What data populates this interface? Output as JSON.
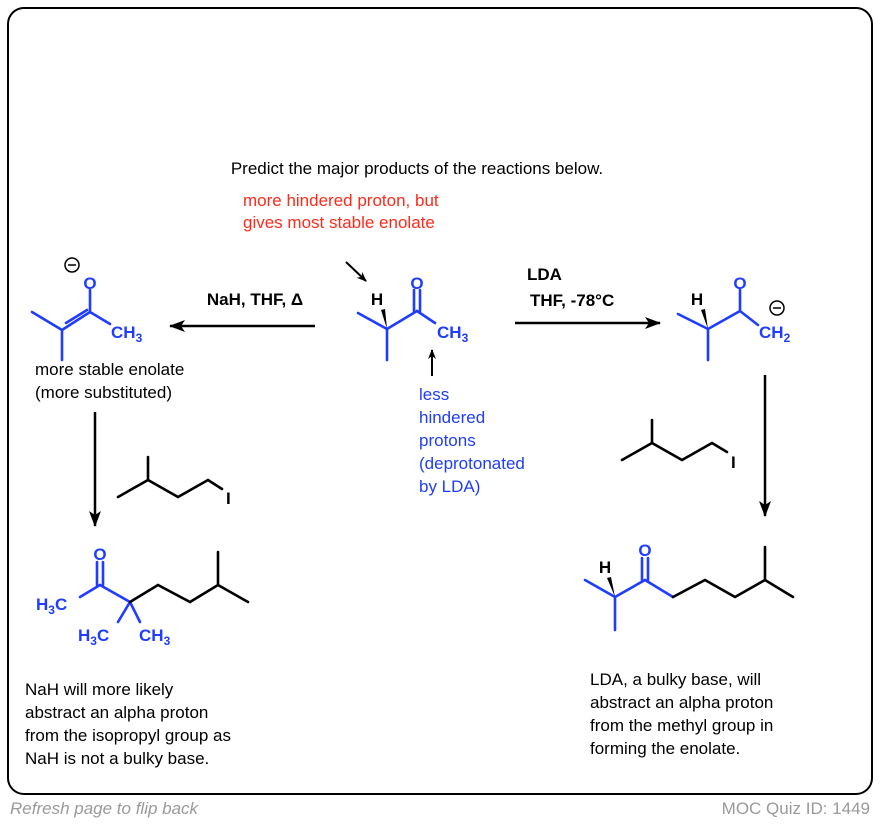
{
  "question": "Predict the major products of the reactions below.",
  "red_note": [
    "more hindered proton, but",
    "gives most stable enolate"
  ],
  "blue_note": [
    "less",
    "hindered",
    "protons",
    "(deprotonated",
    "by LDA)"
  ],
  "left_reagents": "NaH, THF, Δ",
  "right_reagents": [
    "LDA",
    "THF, -78°C"
  ],
  "left_caption": [
    "more stable enolate",
    "(more substituted)"
  ],
  "left_explanation": [
    "NaH will more likely",
    "abstract an alpha proton",
    "from the isopropyl group as",
    "NaH is not a bulky base."
  ],
  "right_explanation": [
    "LDA, a bulky base, will",
    "abstract an alpha proton",
    "from the methyl group in",
    "forming the enolate."
  ],
  "atoms": {
    "O": "O",
    "H": "H",
    "I": "I",
    "CH3": "CH",
    "H3C": "H",
    "C": "C",
    "sub3": "3",
    "sub2": "2",
    "CH2": "CH"
  },
  "footer": {
    "flip": "Refresh page to flip back",
    "quiz_id": "MOC Quiz ID: 1449"
  },
  "colors": {
    "blue": "#1f3cff",
    "red": "#ff2a1a"
  }
}
